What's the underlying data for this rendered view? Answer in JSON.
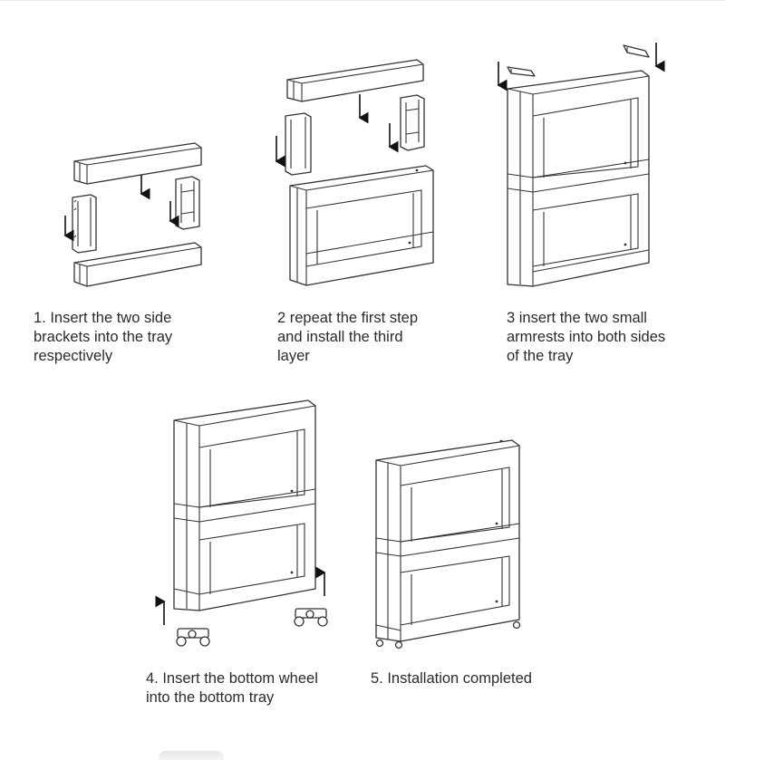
{
  "steps": [
    {
      "lines": [
        "1. Insert the two side",
        "brackets into the tray",
        "respectively"
      ]
    },
    {
      "lines": [
        "2 repeat the first step",
        "and install the third",
        "layer"
      ]
    },
    {
      "lines": [
        "3 insert the two small",
        "armrests into both sides",
        "of the tray"
      ]
    },
    {
      "lines": [
        "4. Insert the bottom wheel",
        "into the bottom tray"
      ]
    },
    {
      "lines": [
        "5. Installation completed"
      ]
    }
  ],
  "colors": {
    "text": "#2b2b2b",
    "line_art": "#333333",
    "background": "#ffffff"
  }
}
